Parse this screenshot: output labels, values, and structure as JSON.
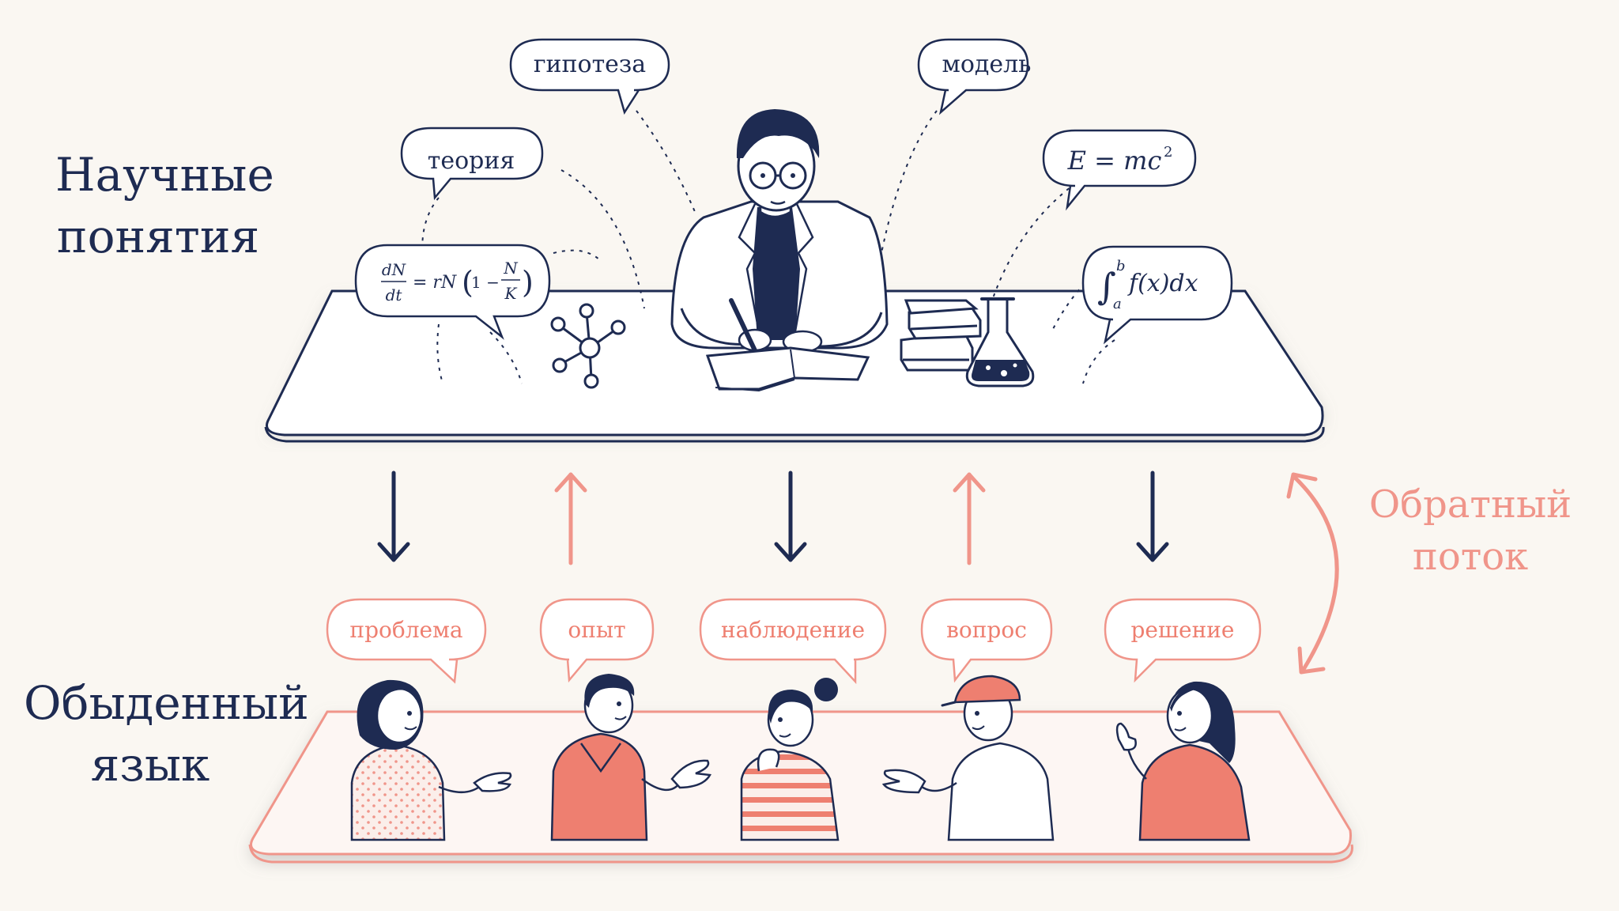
{
  "labels": {
    "scientific": [
      "Научные",
      "понятия"
    ],
    "everyday": [
      "Обыденный",
      "язык"
    ],
    "feedback": [
      "Обратный",
      "поток"
    ]
  },
  "science_terms": {
    "hypothesis": "гипотеза",
    "model": "модель",
    "theory": "теория"
  },
  "formulas": {
    "energy": "E = mc",
    "energy_exp": "2",
    "logistic_num1": "dN",
    "logistic_den1": "dt",
    "logistic_mid": "= rN",
    "logistic_one": "1 −",
    "logistic_num2": "N",
    "logistic_den2": "K",
    "integral_upper": "b",
    "integral_lower": "a",
    "integral_body": "f(x)dx"
  },
  "everyday_terms": [
    "проблема",
    "опыт",
    "наблюдение",
    "вопрос",
    "решение"
  ],
  "colors": {
    "navy": "#1e2b52",
    "coral": "#f0958a",
    "coral_fill": "#ee7f70",
    "background": "#faf7f2",
    "bubble_fill": "#ffffff"
  }
}
